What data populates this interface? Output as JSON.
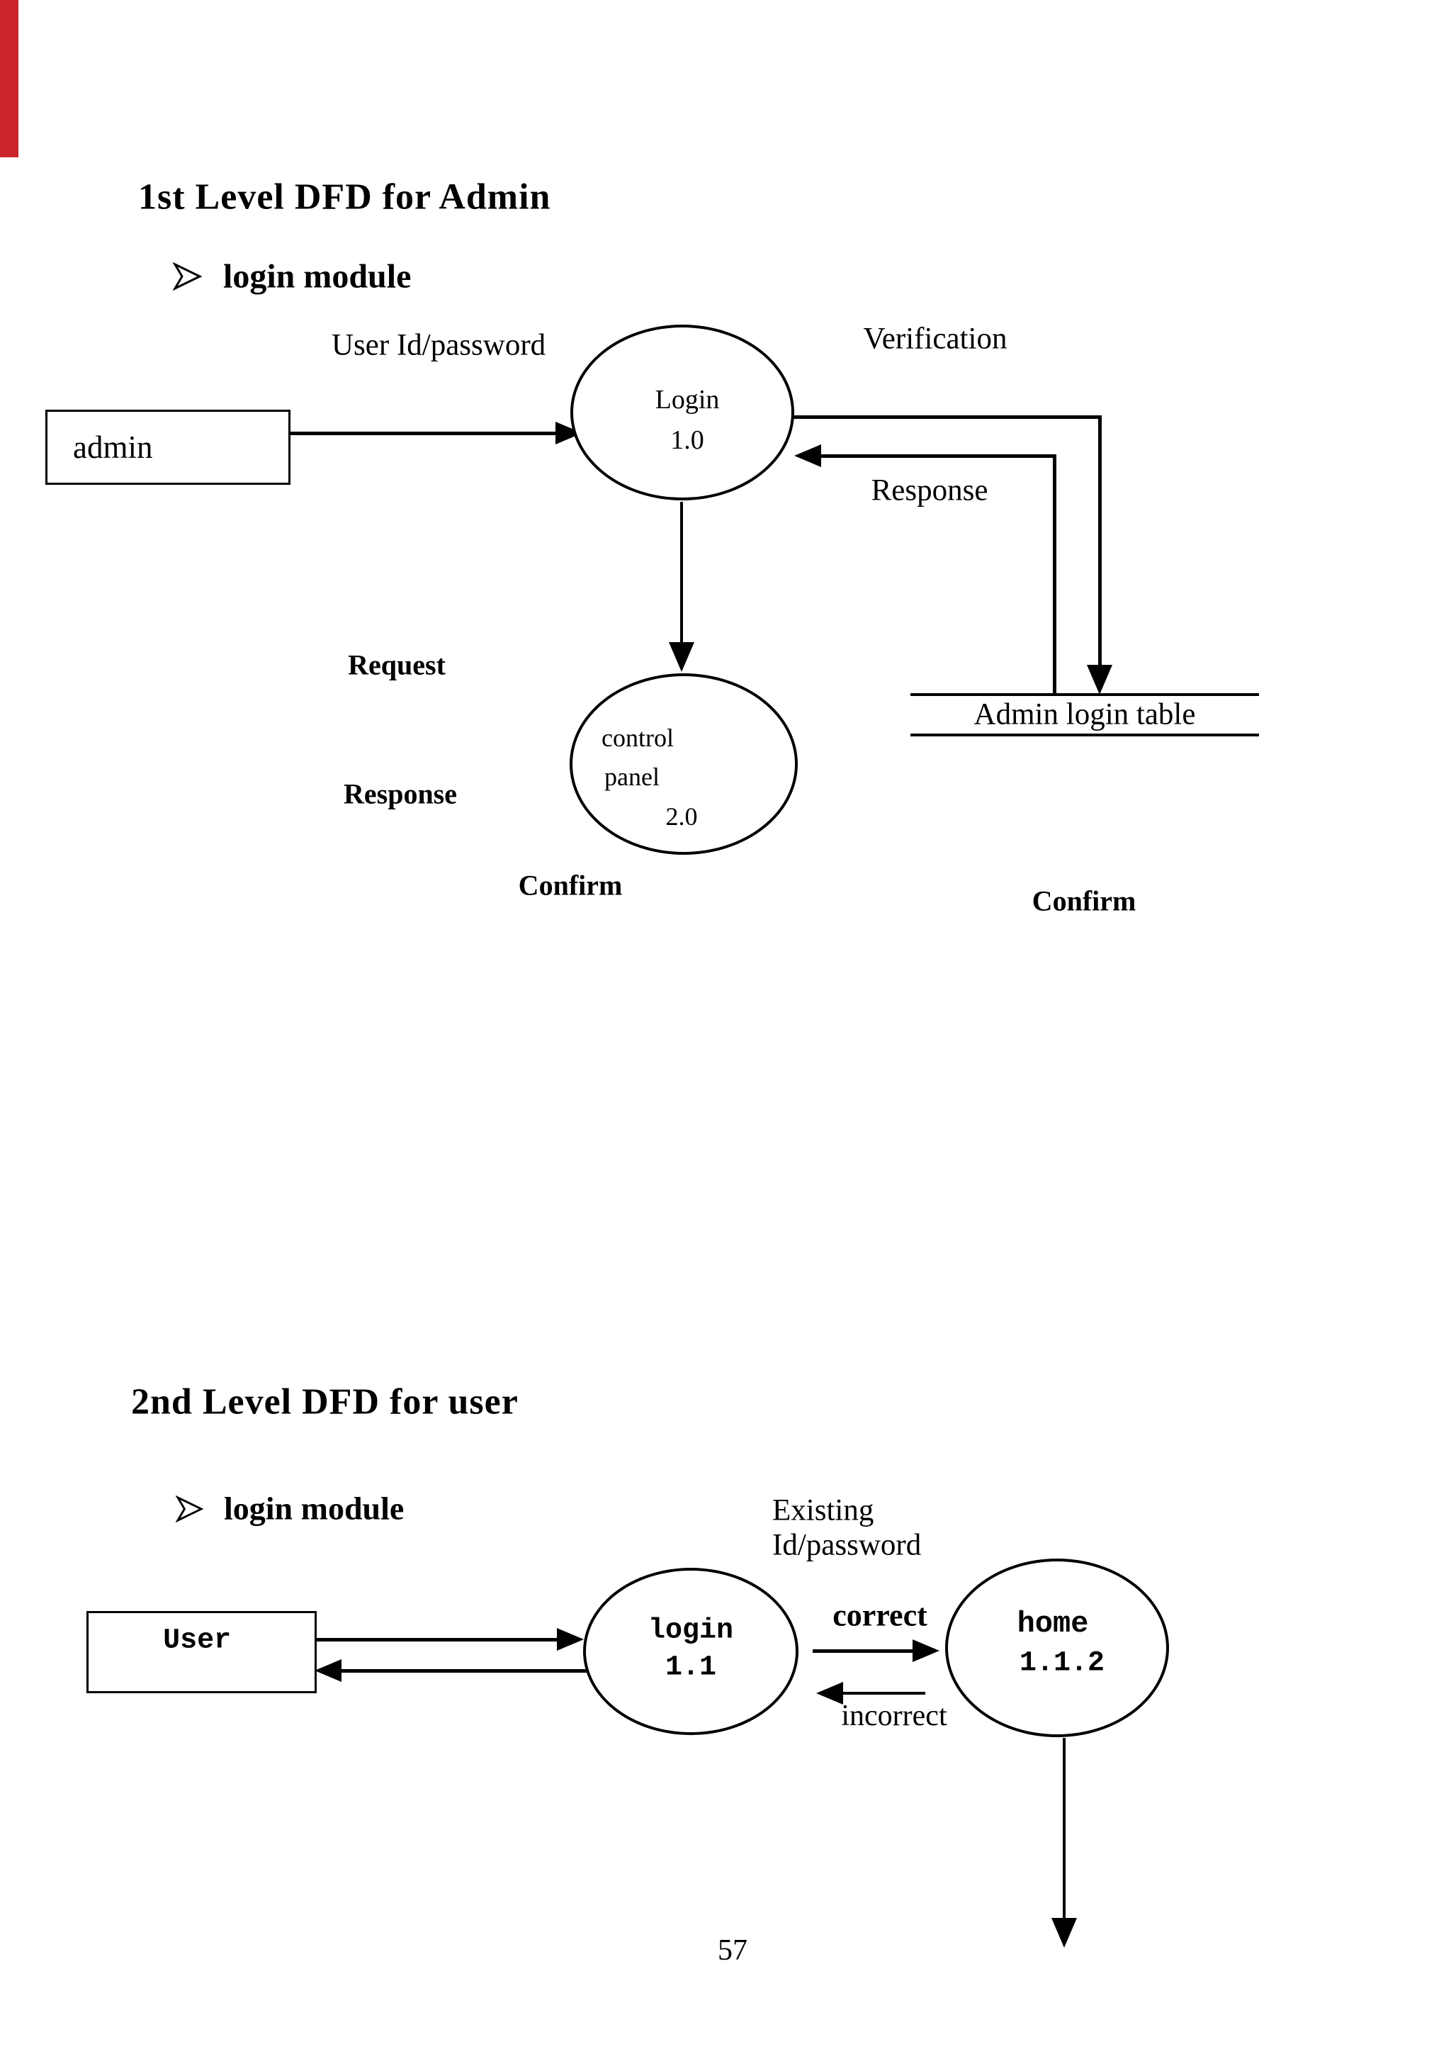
{
  "page": {
    "number": "57",
    "accent_red": "#c9252b"
  },
  "section1": {
    "heading": "1st Level DFD for Admin",
    "bullet_label": "login module",
    "flow_user_id": "User Id/password",
    "entity_admin": "admin",
    "process_login_line1": "Login",
    "process_login_line2": "1.0",
    "label_verification": "Verification",
    "label_response_flow": "Response",
    "label_request": "Request",
    "label_response": "Response",
    "process_control_line1": "control",
    "process_control_line2": "panel",
    "process_control_line3": "2.0",
    "datastore_label": "Admin login table",
    "label_confirm_left": "Confirm",
    "label_confirm_right": "Confirm"
  },
  "section2": {
    "heading": "2nd Level DFD for user",
    "bullet_label": "login module",
    "label_existing_line1": "Existing",
    "label_existing_line2": "Id/password",
    "entity_user": "User",
    "process_login_line1": "login",
    "process_login_line2": "1.1",
    "label_correct": "correct",
    "label_incorrect": "incorrect",
    "process_home_line1": "home",
    "process_home_line2": "1.1.2"
  }
}
